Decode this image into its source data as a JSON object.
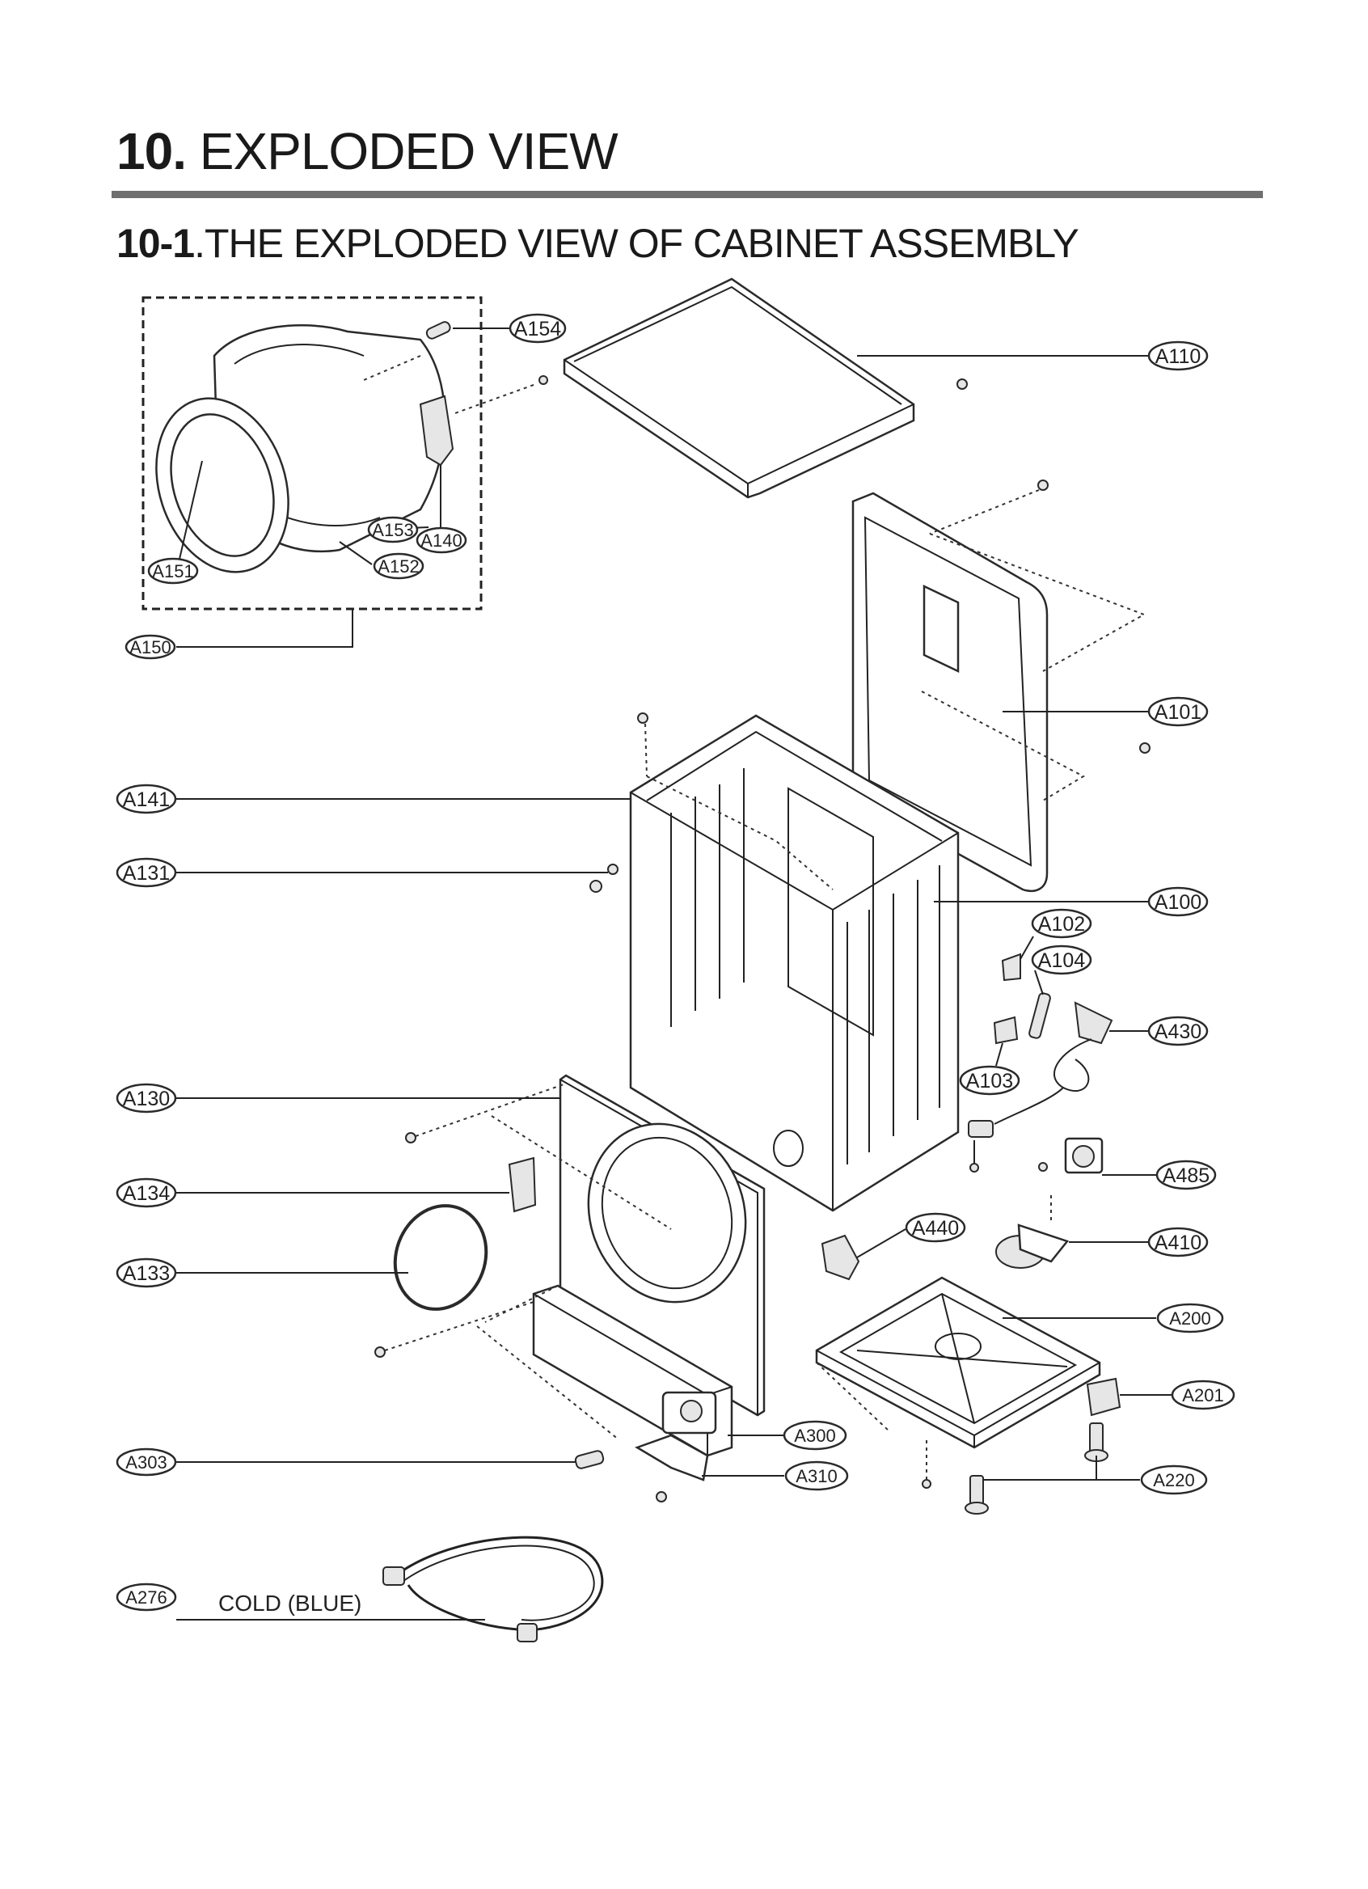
{
  "header": {
    "section_number": "10.",
    "section_title": "EXPLODED VIEW",
    "subsection_number": "10-1",
    "subsection_title": ".THE EXPLODED VIEW OF CABINET ASSEMBLY"
  },
  "callouts": {
    "a154": "A154",
    "a110": "A110",
    "a153": "A153",
    "a140": "A140",
    "a151": "A151",
    "a152": "A152",
    "a150": "A150",
    "a101": "A101",
    "a141": "A141",
    "a131": "A131",
    "a100": "A100",
    "a102": "A102",
    "a104": "A104",
    "a430": "A430",
    "a103": "A103",
    "a130": "A130",
    "a485": "A485",
    "a134": "A134",
    "a440": "A440",
    "a410": "A410",
    "a133": "A133",
    "a200": "A200",
    "a201": "A201",
    "a300": "A300",
    "a303": "A303",
    "a310": "A310",
    "a220": "A220",
    "a276": "A276"
  },
  "notes": {
    "hose_label": "COLD (BLUE)"
  }
}
